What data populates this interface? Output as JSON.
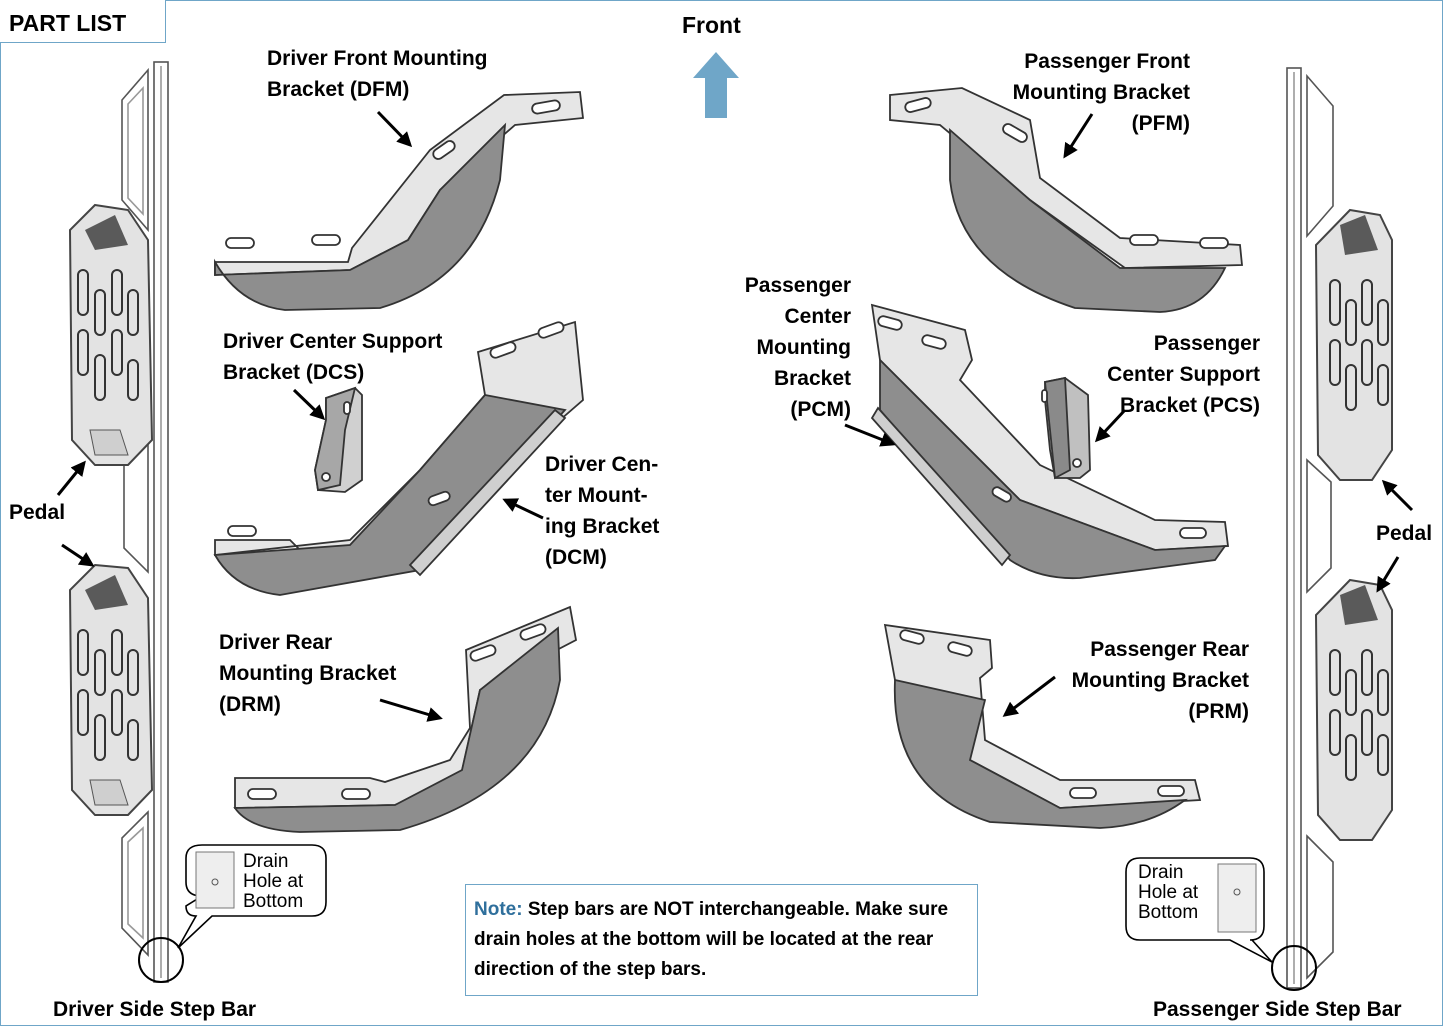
{
  "header": {
    "part_list": "PART LIST",
    "front": "Front"
  },
  "labels": {
    "dfm": "Driver Front Mounting\nBracket (DFM)",
    "dcs": "Driver Center Support\nBracket (DCS)",
    "dcm": "Driver Cen-\nter Mount-\ning Bracket\n(DCM)",
    "drm": "Driver Rear\nMounting Bracket\n(DRM)",
    "pfm": "Passenger Front\nMounting Bracket\n(PFM)",
    "pcm": "Passenger\nCenter\nMounting\nBracket\n(PCM)",
    "pcs": "Passenger\nCenter Support\nBracket (PCS)",
    "prm": "Passenger Rear\nMounting Bracket\n(PRM)",
    "pedal_left": "Pedal",
    "pedal_right": "Pedal"
  },
  "drain_left": "Drain\nHole at\nBottom",
  "drain_right": "Drain\nHole at\nBottom",
  "note": {
    "label": "Note:",
    "text": " Step bars are NOT interchangeable. Make sure drain holes at the bottom will be located at the rear direction of the step bars."
  },
  "titles": {
    "driver_side": "Driver Side Step Bar",
    "passenger_side": "Passenger Side Step Bar"
  },
  "colors": {
    "frame": "#6fa6c8",
    "front_arrow": "#6fa6c8",
    "bracket_dark": "#8e8e8e",
    "bracket_light": "#e6e6e6",
    "note_label": "#2f6f9c"
  }
}
